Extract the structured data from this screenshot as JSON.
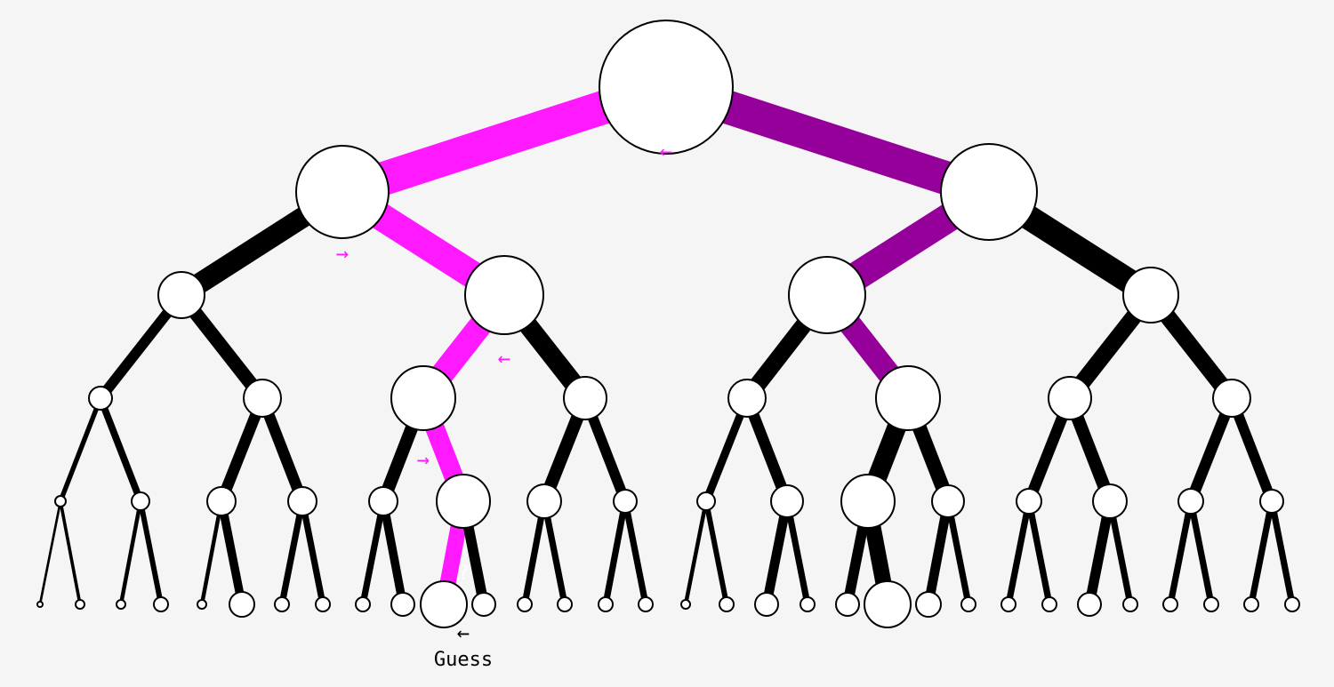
{
  "colors": {
    "background": "#f5f5f5",
    "edge_default": "#000000",
    "edge_path_primary": "#ff19ff",
    "edge_path_secondary": "#96009a",
    "arrow": "#ff19ff",
    "node_fill": "#ffffff",
    "node_stroke": "#000000"
  },
  "labels": {
    "guess": "Guess",
    "unknown": "?",
    "arrow_left_glyph": "←",
    "arrow_right_glyph": "→"
  },
  "tree": {
    "depth": 5,
    "highlighted_paths": [
      {
        "name": "primary",
        "steps": [
          "left",
          "right",
          "left",
          "right",
          "left"
        ]
      },
      {
        "name": "secondary",
        "steps": [
          "right",
          "left",
          "right"
        ]
      }
    ]
  }
}
